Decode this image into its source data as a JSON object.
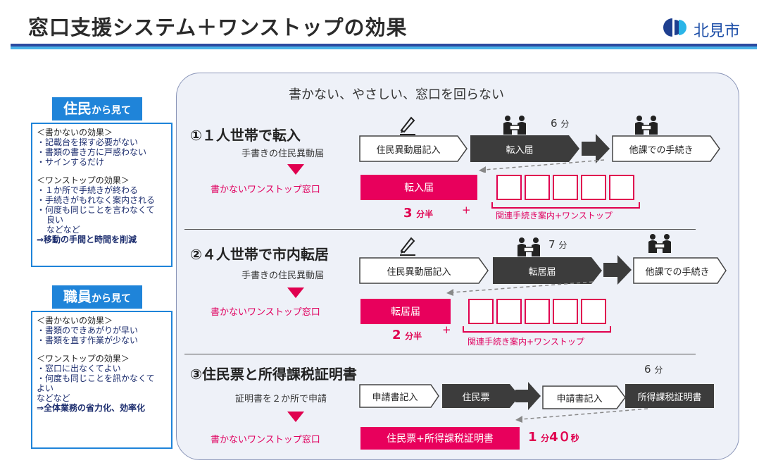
{
  "header": {
    "title": "窓口支援システム＋ワンストップの効果",
    "logo_text": "北見市",
    "logo_colors": {
      "dark": "#1e3f8f",
      "light": "#2ab5e8"
    }
  },
  "left_panel": {
    "residents": {
      "title_big": "住民",
      "title_small": "から見て",
      "lines": [
        "＜書かないの効果＞",
        "・記載台を探す必要がない",
        "・書類の書き方に戸惑わない",
        "・サインするだけ",
        "＜ワンストップの効果＞",
        "・１か所で手続きが終わる",
        "・手続きがもれなく案内される",
        "・何度も同じことを言わなくて",
        "良い",
        "などなど",
        "⇒移動の手間と時間を削減"
      ]
    },
    "staff": {
      "title_big": "職員",
      "title_small": "から見て",
      "lines": [
        "＜書かないの効果＞",
        "・書類のできあがりが早い",
        "・書類を直す作業が少ない",
        "＜ワンストップの効果＞",
        "・窓口に出なくてよい",
        "・何度も同じことを訊かなくて",
        "よい",
        "などなど",
        "⇒全体業務の省力化、効率化"
      ]
    }
  },
  "main": {
    "headline": "書かない、やさしい、窓口を回らない",
    "sections": [
      {
        "title": "①１人世帯で転入",
        "handwritten_label": "手書きの住民異動届",
        "flow": [
          "住民異動届記入",
          "転入届",
          "他課での手続き"
        ],
        "time_before": "6",
        "time_unit": "分",
        "onestop_label": "書かないワンストップ窓口",
        "onestop_bar": "転入届",
        "time_after_num": "3",
        "time_after_unit": "分半",
        "plus": "+",
        "related": "関連手続き案内+ワンストップ"
      },
      {
        "title": "②４人世帯で市内転居",
        "handwritten_label": "手書きの住民異動届",
        "flow": [
          "住民異動届記入",
          "転居届",
          "他課での手続き"
        ],
        "time_before": "7",
        "time_unit": "分",
        "onestop_label": "書かないワンストップ窓口",
        "onestop_bar": "転居届",
        "time_after_num": "2",
        "time_after_unit": "分半",
        "plus": "+",
        "related": "関連手続き案内+ワンストップ"
      },
      {
        "title": "③住民票と所得課税証明書",
        "handwritten_label": "証明書を２か所で申請",
        "flow": [
          "申請書記入",
          "住民票",
          "申請書記入",
          "所得課税証明書"
        ],
        "time_before": "6",
        "time_unit": "分",
        "onestop_label": "書かないワンストップ窓口",
        "onestop_bar": "住民票+所得課税証明書",
        "time_after_num1": "1",
        "time_after_unit1": "分",
        "time_after_num2": "4０",
        "time_after_unit2": "秒"
      }
    ]
  },
  "icons": {
    "pencil": "pencil-icon",
    "meeting": "meeting-icon"
  }
}
